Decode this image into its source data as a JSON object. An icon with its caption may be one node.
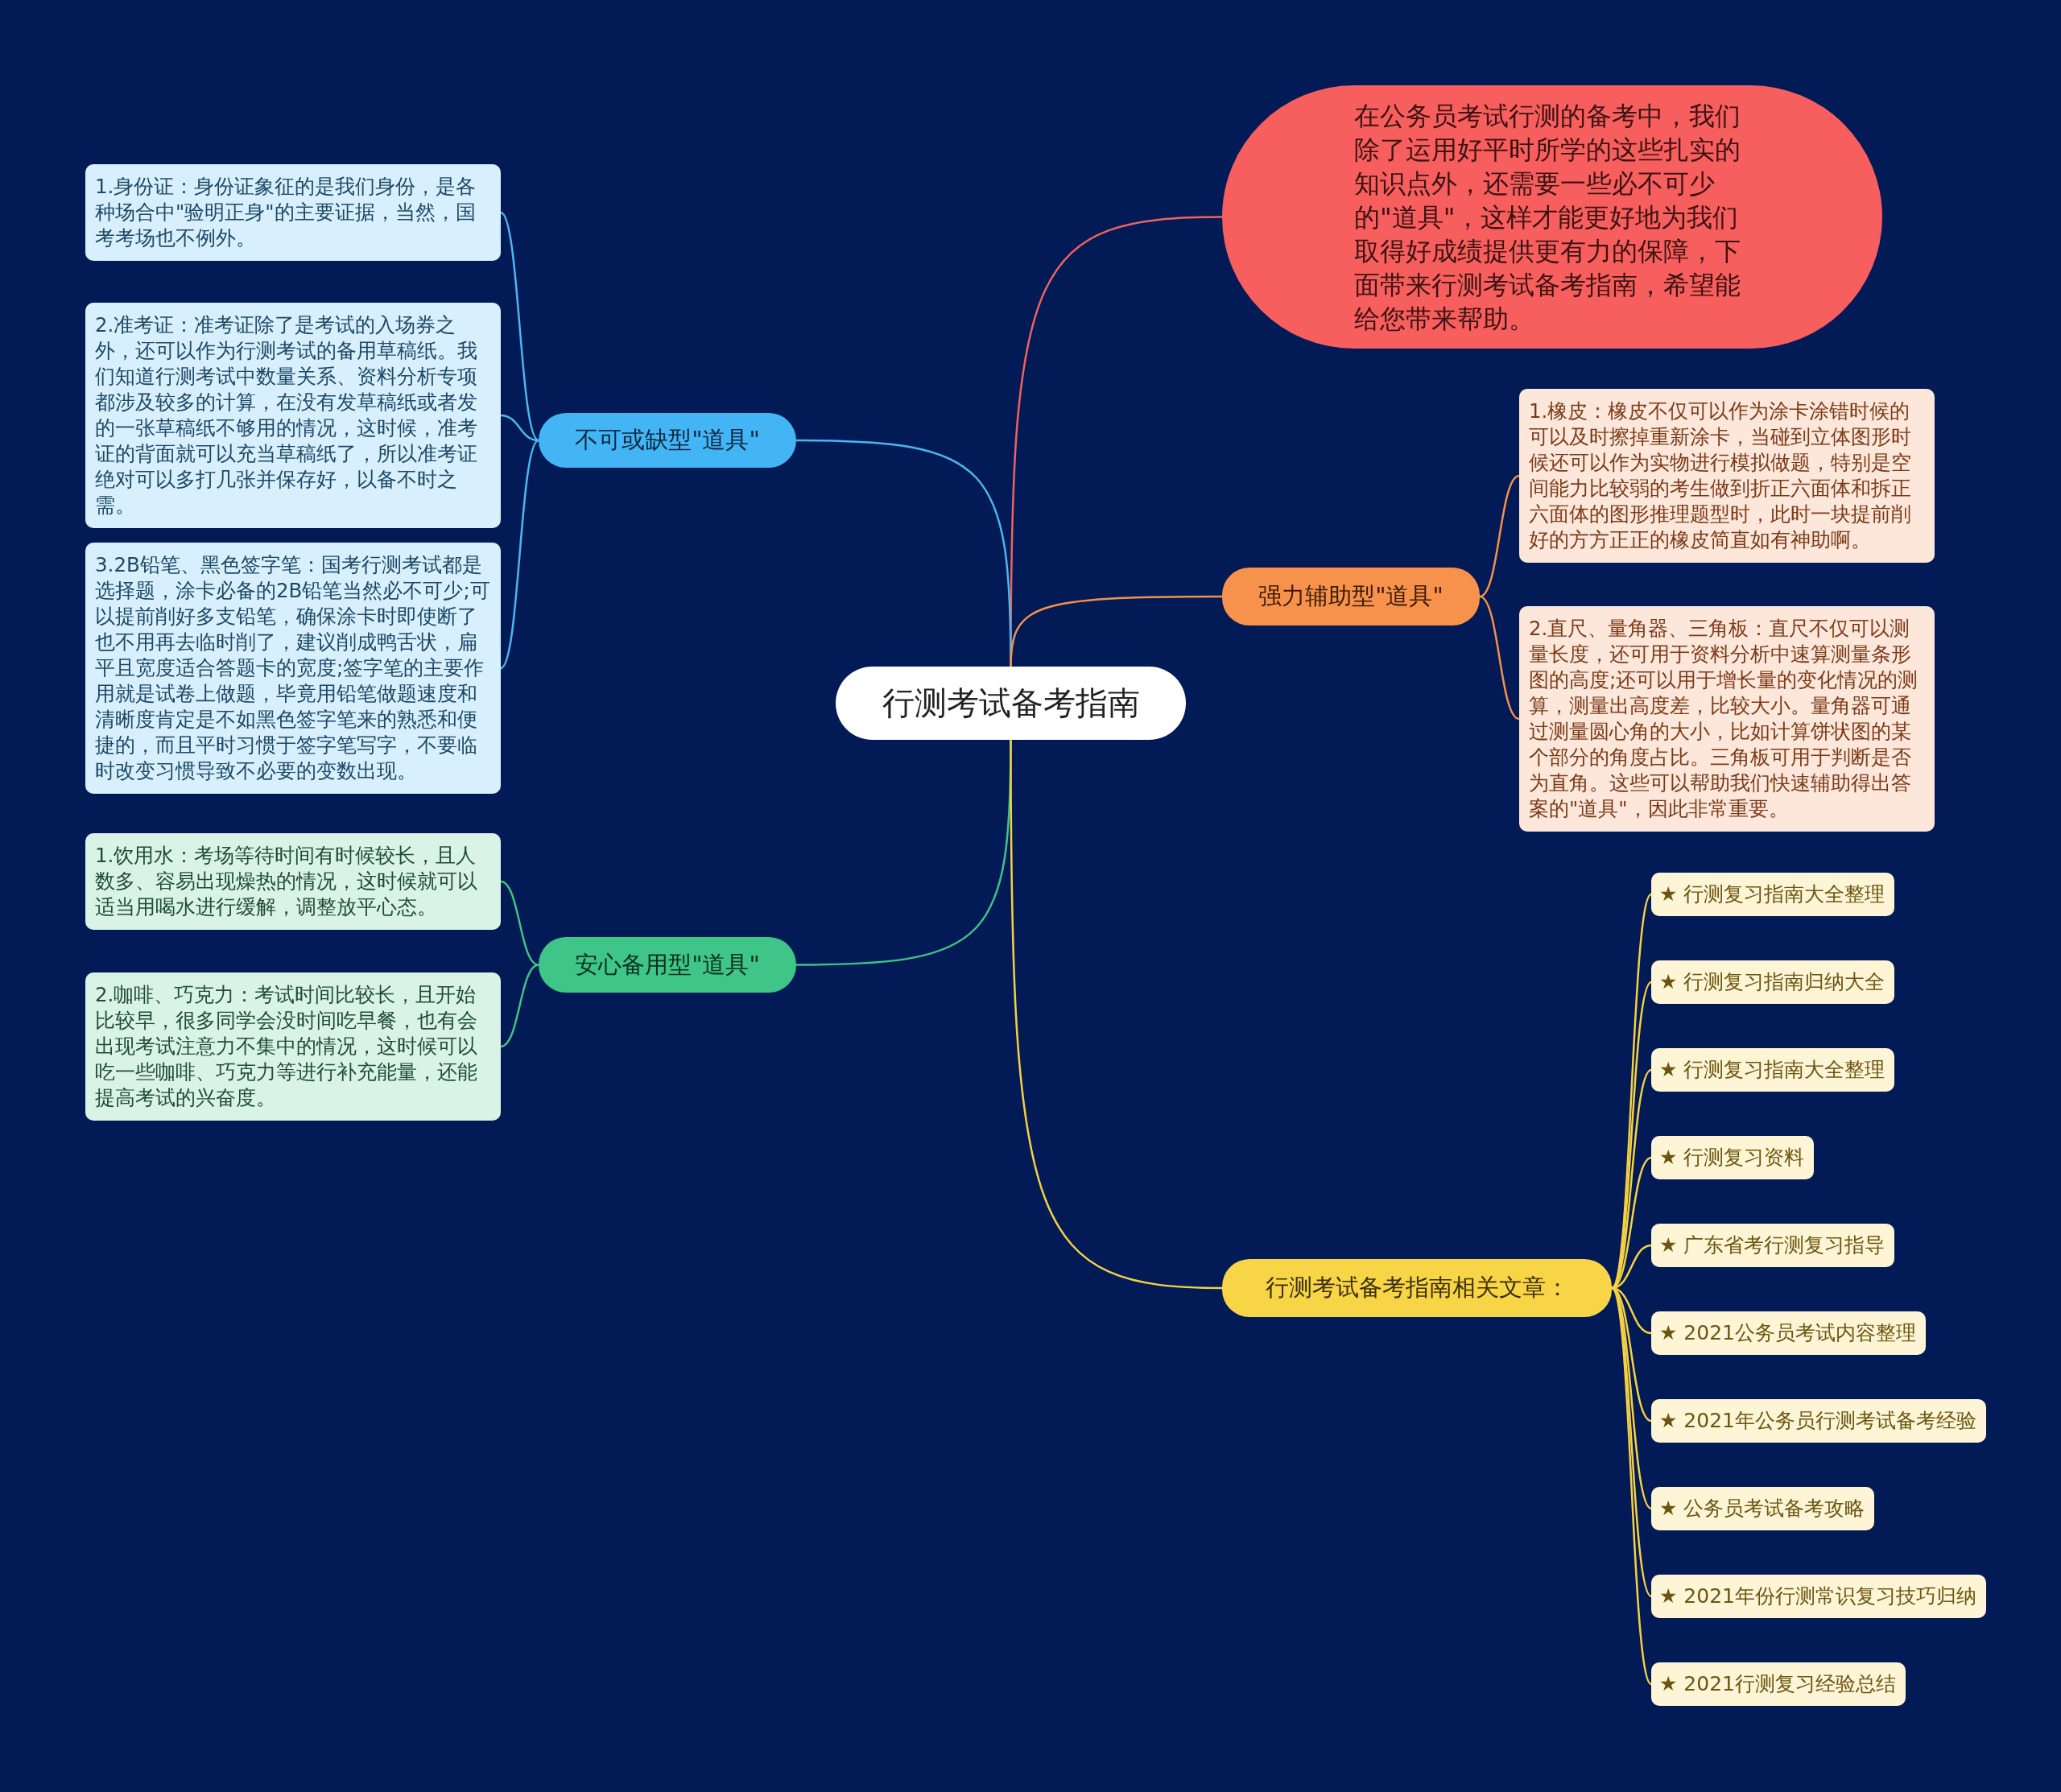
{
  "diagram": {
    "nodes": [
      {
        "text": [
          "行测考试备考指南"
        ]
      },
      {
        "text": [
          "在公务员考试行测的备考中，我们除了运用好平时所学的这些扎实的知识点外，还需要一些必不可少的\"道具\"，这样才能更好地为我们取得好成绩提供更有力的保障，下面带来行测考试备考指南，希望能给您带来帮助。"
        ]
      },
      {
        "text": [
          "不可或缺型\"道具\""
        ]
      },
      {
        "text": [
          "1.身份证：身份证象征的是我们身份，是各种场合中\"验明正身\"的主要证据，当然，国考考场也不例外。"
        ]
      },
      {
        "text": [
          "2.准考证：准考证除了是考试的入场券之外，还可以作为行测考试的备用草稿纸。我们知道行测考试中数量关系、资料分析专项都涉及较多的计算，在没有发草稿纸或者发的一张草稿纸不够用的情况，这时候，准考证的背面就可以充当草稿纸了，所以准考证绝对可以多打几张并保存好，以备不时之需。"
        ]
      },
      {
        "text": [
          "3.2B铅笔、黑色签字笔：国考行测考试都是选择题，涂卡必备的2B铅笔当然必不可少;可以提前削好多支铅笔，确保涂卡时即使断了也不用再去临时削了，建议削成鸭舌状，扁平且宽度适合答题卡的宽度;签字笔的主要作用就是试卷上做题，毕竟用铅笔做题速度和清晰度肯定是不如黑色签字笔来的熟悉和便捷的，而且平时习惯于签字笔写字，不要临时改变习惯导致不必要的变数出现。"
        ]
      },
      {
        "text": [
          "强力辅助型\"道具\""
        ]
      },
      {
        "text": [
          "1.橡皮：橡皮不仅可以作为涂卡涂错时候的可以及时擦掉重新涂卡，当碰到立体图形时候还可以作为实物进行模拟做题，特别是空间能力比较弱的考生做到折正六面体和拆正六面体的图形推理题型时，此时一块提前削好的方方正正的橡皮简直如有神助啊。"
        ]
      },
      {
        "text": [
          "2.直尺、量角器、三角板：直尺不仅可以测量长度，还可用于资料分析中速算测量条形图的高度;还可以用于增长量的变化情况的测算，测量出高度差，比较大小。量角器可通过测量圆心角的大小，比如计算饼状图的某个部分的角度占比。三角板可用于判断是否为直角。这些可以帮助我们快速辅助得出答案的\"道具\"，因此非常重要。"
        ]
      },
      {
        "text": [
          "安心备用型\"道具\""
        ]
      },
      {
        "text": [
          "1.饮用水：考场等待时间有时候较长，且人数多、容易出现燥热的情况，这时候就可以适当用喝水进行缓解，调整放平心态。"
        ]
      },
      {
        "text": [
          "2.咖啡、巧克力：考试时间比较长，且开始比较早，很多同学会没时间吃早餐，也有会出现考试注意力不集中的情况，这时候可以吃一些咖啡、巧克力等进行补充能量，还能提高考试的兴奋度。"
        ]
      },
      {
        "text": [
          "行测考试备考指南相关文章："
        ]
      },
      {
        "text": [
          "★ 行测复习指南大全整理"
        ]
      },
      {
        "text": [
          "★ 行测复习指南归纳大全"
        ]
      },
      {
        "text": [
          "★ 行测复习指南大全整理"
        ]
      },
      {
        "text": [
          "★ 行测复习资料"
        ]
      },
      {
        "text": [
          "★ 广东省考行测复习指导"
        ]
      },
      {
        "text": [
          "★ 2021公务员考试内容整理"
        ]
      },
      {
        "text": [
          "★ 2021年公务员行测考试备考经验"
        ]
      },
      {
        "text": [
          "★ 公务员考试备考攻略"
        ]
      },
      {
        "text": [
          "★ 2021年份行测常识复习技巧归纳"
        ]
      },
      {
        "text": [
          "★ 2021行测复习经验总结"
        ]
      }
    ],
    "edges": [
      {
        "from": 0,
        "to": 1,
        "arrow": "none",
        "color": "#f0625e"
      },
      {
        "from": 0,
        "to": 2,
        "arrow": "none",
        "color": "#4db6ee"
      },
      {
        "from": 2,
        "to": 3,
        "arrow": "none",
        "color": "#4db6ee"
      },
      {
        "from": 2,
        "to": 4,
        "arrow": "none",
        "color": "#4db6ee"
      },
      {
        "from": 2,
        "to": 5,
        "arrow": "none",
        "color": "#4db6ee"
      },
      {
        "from": 0,
        "to": 6,
        "arrow": "none",
        "color": "#f4914a"
      },
      {
        "from": 6,
        "to": 7,
        "arrow": "none",
        "color": "#f4914a"
      },
      {
        "from": 6,
        "to": 8,
        "arrow": "none",
        "color": "#f4914a"
      },
      {
        "from": 0,
        "to": 9,
        "arrow": "none",
        "color": "#3fc487"
      },
      {
        "from": 9,
        "to": 10,
        "arrow": "none",
        "color": "#3fc487"
      },
      {
        "from": 9,
        "to": 11,
        "arrow": "none",
        "color": "#3fc487"
      },
      {
        "from": 0,
        "to": 12,
        "arrow": "none"
      },
      {
        "from": 12,
        "to": 13,
        "arrow": "none"
      },
      {
        "from": 12,
        "to": 14,
        "arrow": "none"
      },
      {
        "from": 12,
        "to": 15,
        "arrow": "none"
      },
      {
        "from": 12,
        "to": 16,
        "arrow": "none"
      },
      {
        "from": 12,
        "to": 17,
        "arrow": "none"
      },
      {
        "from": 12,
        "to": 18,
        "arrow": "none"
      },
      {
        "from": 12,
        "to": 19,
        "arrow": "none"
      },
      {
        "from": 12,
        "to": 20,
        "arrow": "none"
      },
      {
        "from": 12,
        "to": 21,
        "arrow": "none"
      },
      {
        "from": 12,
        "to": 22,
        "arrow": "none"
      }
    ]
  }
}
